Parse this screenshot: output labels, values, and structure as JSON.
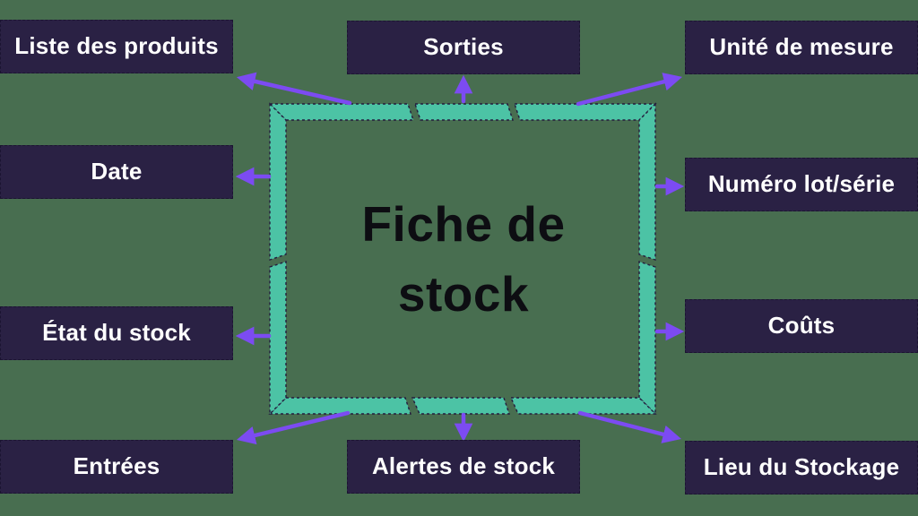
{
  "colors": {
    "bg": "#486E50",
    "node": "#2A2144",
    "nodeText": "#FFFFFF",
    "teal": "#4CC3A5",
    "purple": "#7C4BF2",
    "centerText": "#0D0D12",
    "outline": "#241C3E"
  },
  "center": {
    "label": "Fiche de stock"
  },
  "nodes": [
    {
      "id": "liste-des-produits",
      "label": "Liste des produits"
    },
    {
      "id": "date",
      "label": "Date"
    },
    {
      "id": "etat-du-stock",
      "label": "État du stock"
    },
    {
      "id": "entrees",
      "label": "Entrées"
    },
    {
      "id": "sorties",
      "label": "Sorties"
    },
    {
      "id": "alertes-de-stock",
      "label": "Alertes de stock"
    },
    {
      "id": "unite-de-mesure",
      "label": "Unité de mesure"
    },
    {
      "id": "numero-lot-serie",
      "label": "Numéro lot/série"
    },
    {
      "id": "couts",
      "label": "Coûts"
    },
    {
      "id": "lieu-du-stockage",
      "label": "Lieu du Stockage"
    }
  ]
}
